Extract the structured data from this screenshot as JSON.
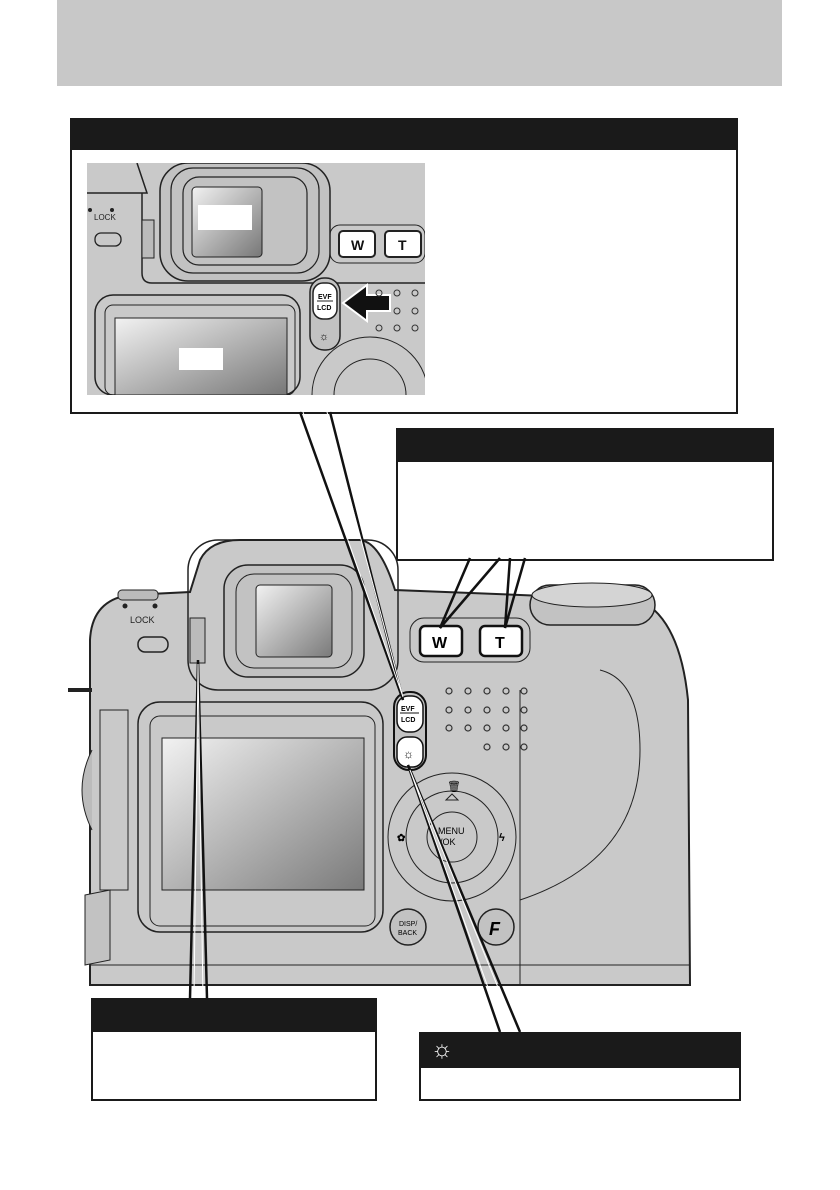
{
  "colors": {
    "header_gray": "#c8c8c8",
    "bar": "#1a1a1a",
    "body": "#c9c9c9",
    "line": "#1a1a1a"
  },
  "camera": {
    "lock_label": "LOCK",
    "zoom_wide": "W",
    "zoom_tele": "T",
    "evf_label": "EVF",
    "lcd_label": "LCD",
    "menu_label": "MENU",
    "ok_label": "/OK",
    "disp_label": "DISP/",
    "back_label": "BACK",
    "f_label": "F"
  },
  "callouts": {
    "brightness_icon": "sun-icon",
    "arrow_icon": "arrow-left-icon"
  }
}
